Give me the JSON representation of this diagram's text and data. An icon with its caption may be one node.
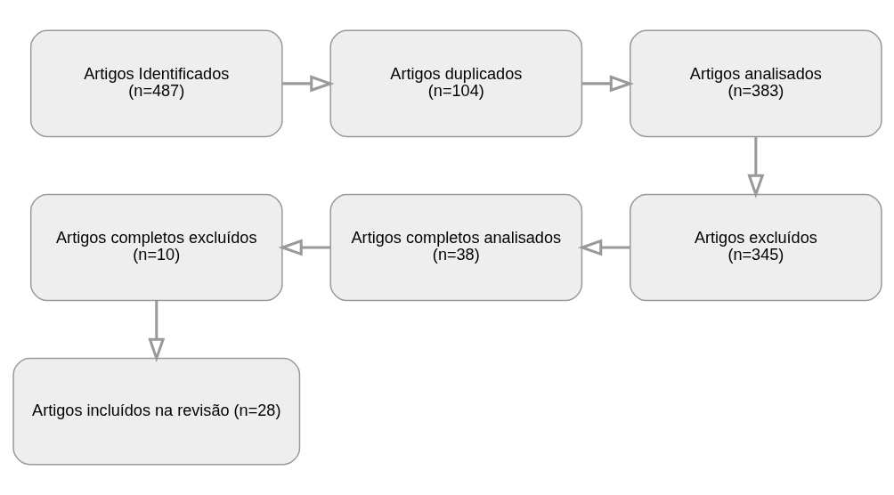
{
  "diagram": {
    "nodes": [
      {
        "text": [
          "Artigos Identificados",
          "(n=487)"
        ]
      },
      {
        "text": [
          "Artigos duplicados",
          "(n=104)"
        ]
      },
      {
        "text": [
          "Artigos analisados",
          "(n=383)"
        ]
      },
      {
        "text": [
          "Artigos excluídos",
          "(n=345)"
        ]
      },
      {
        "text": [
          "Artigos completos analisados",
          "(n=38)"
        ]
      },
      {
        "text": [
          "Artigos completos excluídos",
          "(n=10)"
        ]
      },
      {
        "text": [
          "Artigos incluídos na revisão (n=28)"
        ]
      }
    ],
    "edges": [
      {
        "from": 0,
        "to": 1,
        "arrow": "to"
      },
      {
        "from": 1,
        "to": 2,
        "arrow": "to"
      },
      {
        "from": 2,
        "to": 3,
        "arrow": "to"
      },
      {
        "from": 3,
        "to": 4,
        "arrow": "to"
      },
      {
        "from": 4,
        "to": 5,
        "arrow": "to"
      },
      {
        "from": 5,
        "to": 6,
        "arrow": "to"
      }
    ]
  }
}
